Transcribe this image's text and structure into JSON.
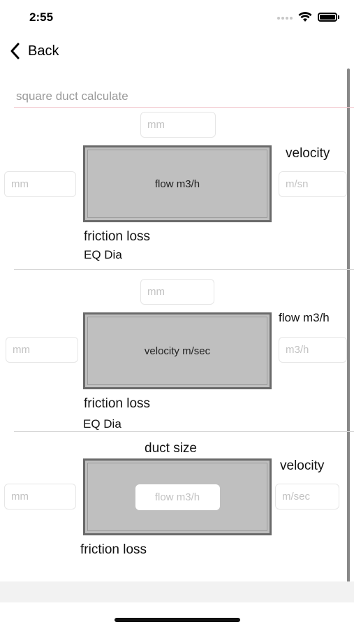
{
  "status": {
    "time": "2:55"
  },
  "nav": {
    "back_label": "Back"
  },
  "page": {
    "title": "square duct calculate"
  },
  "section1": {
    "top_placeholder": "mm",
    "left_placeholder": "mm",
    "right_label": "velocity",
    "right_placeholder": "m/sn",
    "center_label": "flow m3/h",
    "friction_label": "friction loss",
    "eq_label": "EQ Dia"
  },
  "section2": {
    "top_placeholder": "mm",
    "left_placeholder": "mm",
    "right_label": "flow m3/h",
    "right_placeholder": "m3/h",
    "center_label": "velocity m/sec",
    "friction_label": "friction loss",
    "eq_label": "EQ Dia"
  },
  "section3": {
    "top_label": "duct size",
    "left_placeholder": "mm",
    "right_label": "velocity",
    "right_placeholder": "m/sec",
    "center_placeholder": "flow m3/h",
    "friction_label": "friction loss"
  },
  "icons": {
    "back": "chevron-left-icon",
    "wifi": "wifi-icon",
    "battery": "battery-icon"
  }
}
